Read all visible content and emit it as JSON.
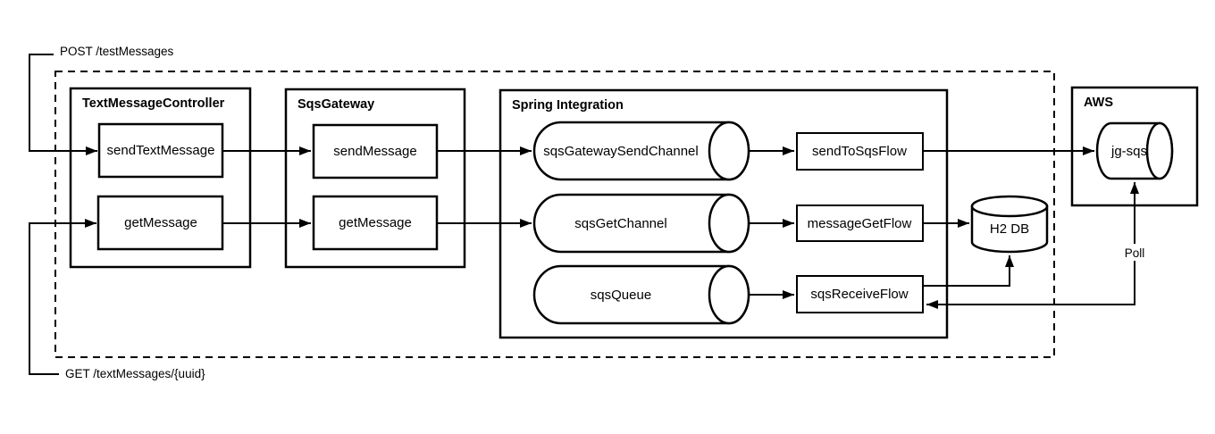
{
  "diagram": {
    "background": "#ffffff",
    "stroke_color": "#000000",
    "labels": {
      "post": "POST /testMessages",
      "get": "GET /textMessages/{uuid}",
      "poll": "Poll"
    },
    "containers": {
      "controller": {
        "title": "TextMessageController",
        "style": "solid"
      },
      "gateway": {
        "title": "SqsGateway",
        "style": "solid"
      },
      "spring": {
        "title": "Spring Integration",
        "style": "solid"
      },
      "aws": {
        "title": "AWS",
        "style": "solid"
      },
      "boundary": {
        "title": "",
        "style": "dashed"
      }
    },
    "nodes": {
      "sendTextMessage": {
        "label": "sendTextMessage",
        "shape": "rect",
        "container": "TextMessageController"
      },
      "ctrlGetMessage": {
        "label": "getMessage",
        "shape": "rect",
        "container": "TextMessageController"
      },
      "sendMessage": {
        "label": "sendMessage",
        "shape": "rect",
        "container": "SqsGateway"
      },
      "gwGetMessage": {
        "label": "getMessage",
        "shape": "rect",
        "container": "SqsGateway"
      },
      "sqsGatewaySendChannel": {
        "label": "sqsGatewaySendChannel",
        "shape": "horizontal-cylinder",
        "container": "Spring Integration"
      },
      "sqsGetChannel": {
        "label": "sqsGetChannel",
        "shape": "horizontal-cylinder",
        "container": "Spring Integration"
      },
      "sqsQueue": {
        "label": "sqsQueue",
        "shape": "horizontal-cylinder",
        "container": "Spring Integration"
      },
      "sendToSqsFlow": {
        "label": "sendToSqsFlow",
        "shape": "rect",
        "container": "Spring Integration"
      },
      "messageGetFlow": {
        "label": "messageGetFlow",
        "shape": "rect",
        "container": "Spring Integration"
      },
      "sqsReceiveFlow": {
        "label": "sqsReceiveFlow",
        "shape": "rect",
        "container": "Spring Integration"
      },
      "h2db": {
        "label": "H2 DB",
        "shape": "database-cylinder",
        "container": "boundary"
      },
      "jgSqs": {
        "label": "jg-sqs",
        "shape": "horizontal-cylinder",
        "container": "AWS"
      }
    },
    "edges": [
      {
        "from": "POST /testMessages",
        "to": "sendTextMessage",
        "arrow": "end"
      },
      {
        "from": "GET /textMessages/{uuid}",
        "to": "getMessage (controller)",
        "arrow": "end"
      },
      {
        "from": "sendTextMessage",
        "to": "sendMessage",
        "arrow": "end"
      },
      {
        "from": "getMessage (controller)",
        "to": "getMessage (gateway)",
        "arrow": "end"
      },
      {
        "from": "sendMessage",
        "to": "sqsGatewaySendChannel",
        "arrow": "end"
      },
      {
        "from": "getMessage (gateway)",
        "to": "sqsGetChannel",
        "arrow": "end"
      },
      {
        "from": "sqsGatewaySendChannel",
        "to": "sendToSqsFlow",
        "arrow": "end"
      },
      {
        "from": "sqsGetChannel",
        "to": "messageGetFlow",
        "arrow": "end"
      },
      {
        "from": "sqsQueue",
        "to": "sqsReceiveFlow",
        "arrow": "end"
      },
      {
        "from": "sendToSqsFlow",
        "to": "jg-sqs",
        "arrow": "end"
      },
      {
        "from": "messageGetFlow",
        "to": "H2 DB",
        "arrow": "end"
      },
      {
        "from": "sqsReceiveFlow",
        "to": "H2 DB",
        "arrow": "end"
      },
      {
        "from": "sqsReceiveFlow",
        "to": "jg-sqs",
        "label": "Poll",
        "arrow": "both"
      }
    ]
  }
}
